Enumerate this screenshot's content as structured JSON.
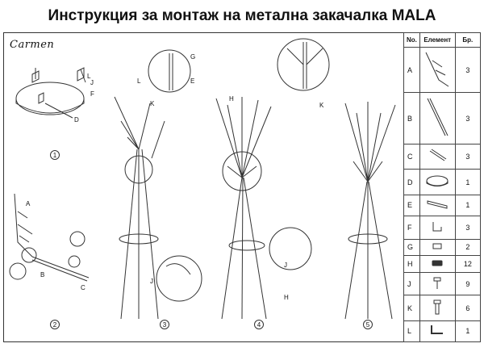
{
  "title": "Инструкция за монтаж на метална закачалка MALA",
  "brand": "Carmen",
  "table": {
    "headers": {
      "no": "No.",
      "element": "Елемент",
      "qty": "Бр."
    },
    "rows": [
      {
        "no": "A",
        "qty": "3",
        "icon": "branch-arm-icon"
      },
      {
        "no": "B",
        "qty": "3",
        "icon": "leg-tube-icon"
      },
      {
        "no": "C",
        "qty": "3",
        "icon": "short-tube-icon"
      },
      {
        "no": "D",
        "qty": "1",
        "icon": "round-base-icon"
      },
      {
        "no": "E",
        "qty": "1",
        "icon": "connector-plate-icon"
      },
      {
        "no": "F",
        "qty": "3",
        "icon": "bracket-icon"
      },
      {
        "no": "G",
        "qty": "2",
        "icon": "end-cap-icon"
      },
      {
        "no": "H",
        "qty": "12",
        "icon": "plug-cap-icon"
      },
      {
        "no": "J",
        "qty": "9",
        "icon": "screw-icon"
      },
      {
        "no": "K",
        "qty": "6",
        "icon": "bolt-icon"
      },
      {
        "no": "L",
        "qty": "1",
        "icon": "allen-key-icon"
      }
    ]
  },
  "steps": [
    "1",
    "2",
    "3",
    "4",
    "5"
  ],
  "labels": {
    "s1": [
      "L",
      "J",
      "F",
      "D"
    ],
    "s2": [
      "A",
      "B",
      "C"
    ],
    "s3": [
      "G",
      "E",
      "L",
      "K",
      "J"
    ],
    "s4": [
      "H",
      "K",
      "J",
      "H"
    ]
  }
}
